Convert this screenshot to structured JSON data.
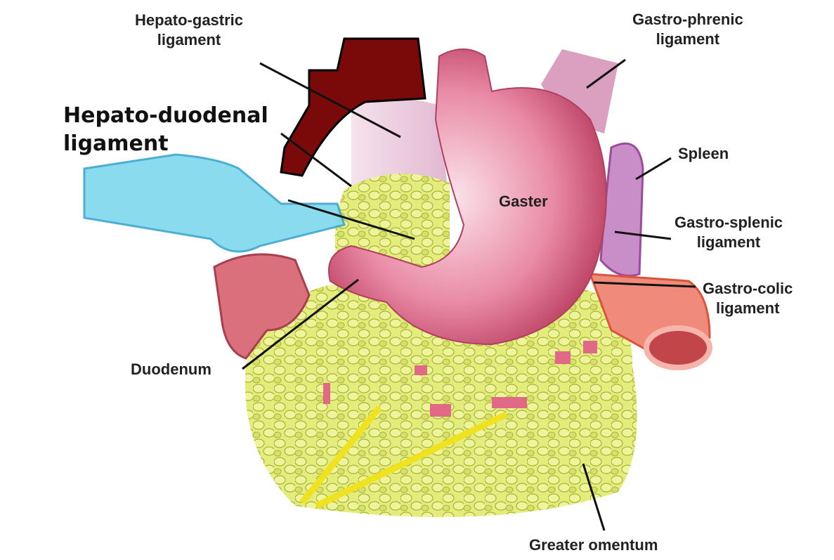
{
  "labels": {
    "hepato_gastric": [
      "Hepato-gastric",
      "ligament"
    ],
    "hepato_duodenal": [
      "Hepato-duodenal",
      "ligament"
    ],
    "gastro_phrenic": [
      "Gastro-phrenic",
      "ligament"
    ],
    "spleen": "Spleen",
    "gaster": "Gaster",
    "gastro_splenic": [
      "Gastro-splenic",
      "ligament"
    ],
    "gastro_colic": [
      "Gastro-colic",
      "ligament"
    ],
    "duodenum": "Duodenum",
    "greater_omentum": "Greater omentum"
  },
  "colors": {
    "liver": "#7a0a0a",
    "stomach": "#e07a95",
    "omentum": "#dfe86a",
    "glove": "#7fd8ee",
    "colon": "#e87a6a",
    "spleen": "#c98ec8"
  }
}
